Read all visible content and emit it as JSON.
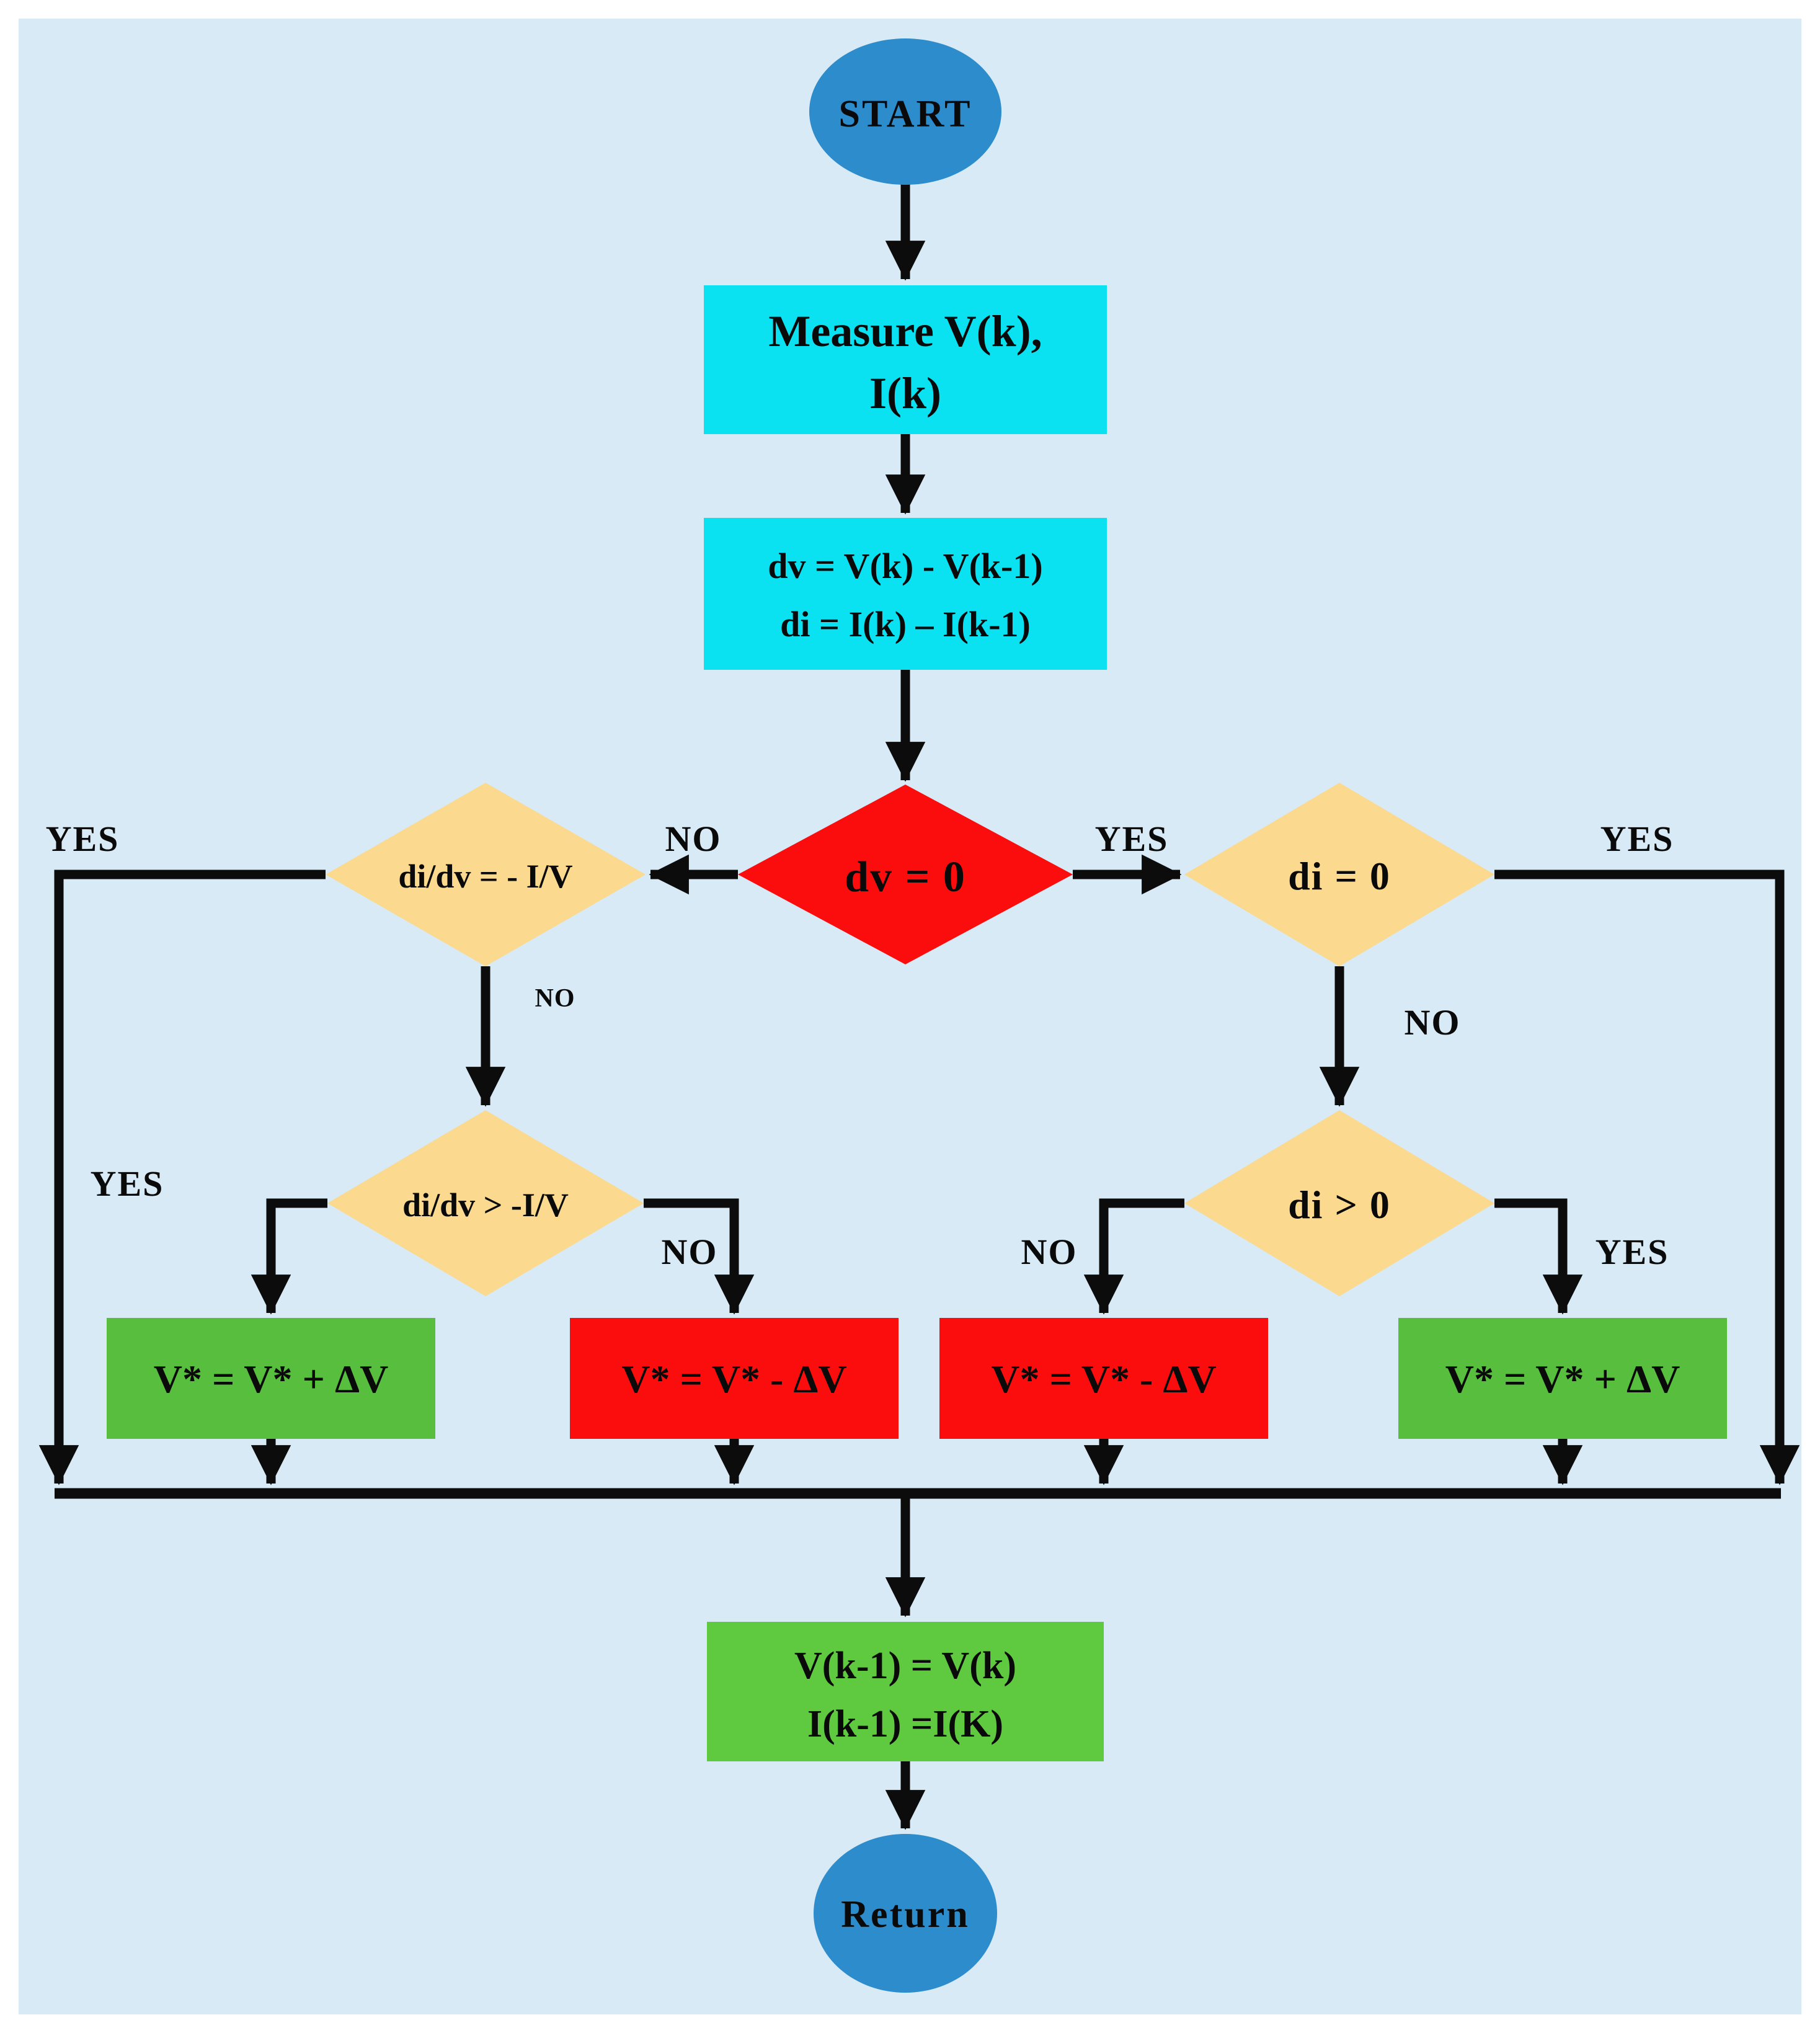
{
  "diagram": {
    "type": "flowchart",
    "subject": "MPPT incremental conductance algorithm",
    "nodes": {
      "start": "START",
      "measure_line1": "Measure V(k),",
      "measure_line2": "I(k)",
      "delta_line1": "dv = V(k) - V(k-1)",
      "delta_line2": "di = I(k) – I(k-1)",
      "decision_dv_zero": "dv = 0",
      "decision_didv_eq": "di/dv = - I/V",
      "decision_di_zero": "di = 0",
      "decision_didv_gt": "di/dv > -I/V",
      "decision_di_gt": "di > 0",
      "action_inc_left": "V* = V* + ΔV",
      "action_dec_left": "V* = V* - ΔV",
      "action_dec_right": "V* = V* - ΔV",
      "action_inc_right": "V* = V* + ΔV",
      "update_line1": "V(k-1) = V(k)",
      "update_line2": "I(k-1) =I(K)",
      "return": "Return"
    },
    "edge_labels": {
      "no_dv_to_didv": "NO",
      "yes_dv_to_di": "YES",
      "yes_far_left": "YES",
      "yes_far_right": "YES",
      "no_didv_down": "NO",
      "no_di_down": "NO",
      "yes_didv_gt": "YES",
      "no_didv_gt": "NO",
      "no_di_gt": "NO",
      "yes_di_gt": "YES"
    },
    "colors": {
      "page": "#ffffff",
      "background": "#d8eaf5",
      "terminator": "#2d8ccb",
      "process": "#0ae2f2",
      "decision_primary": "#fb0d0d",
      "decision_secondary": "#fbd98e",
      "action_increase": "#57bf3d",
      "action_decrease": "#fb0d0d",
      "update": "#5fc940",
      "line": "#0c0c0c"
    }
  }
}
